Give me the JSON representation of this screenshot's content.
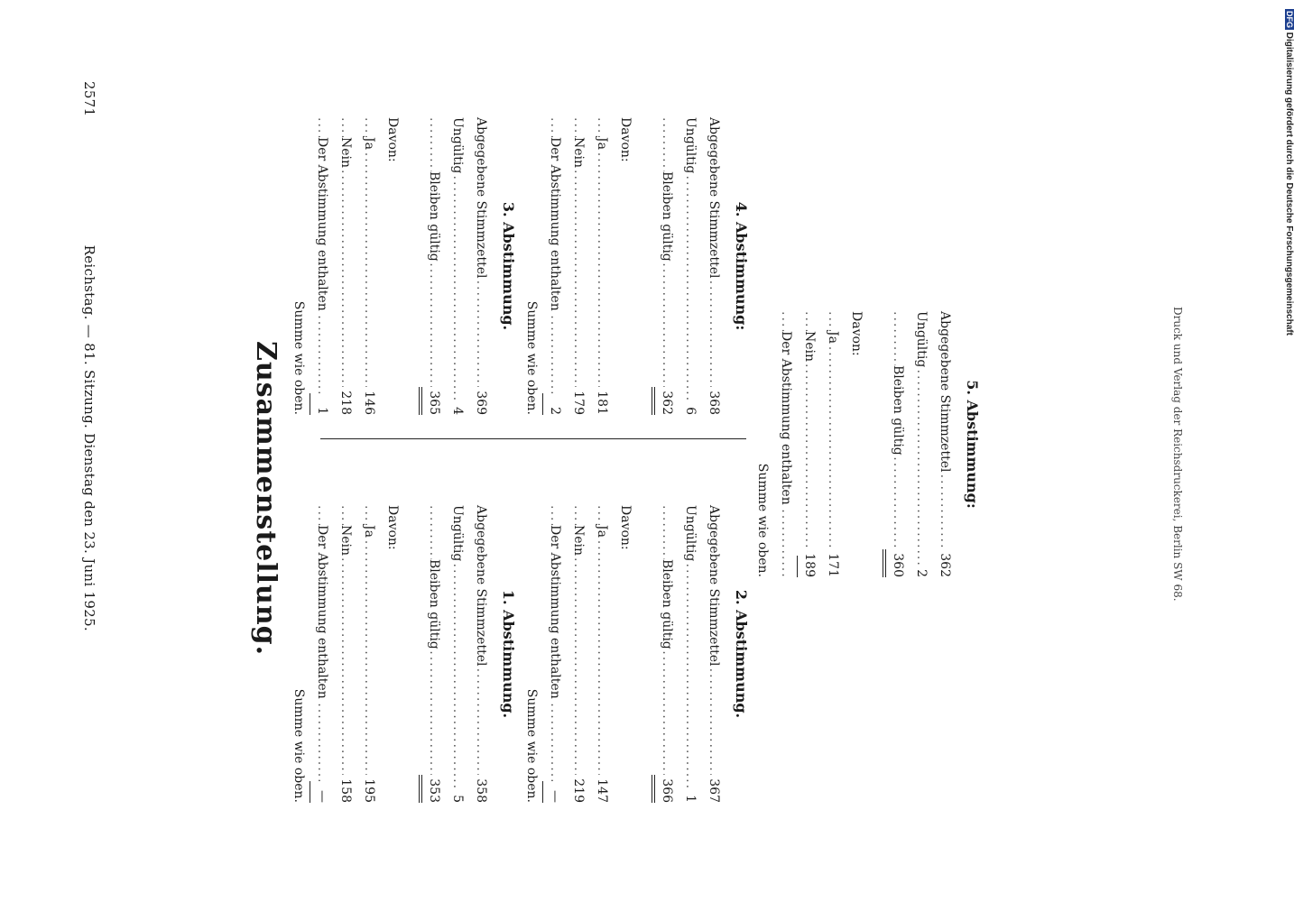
{
  "header": {
    "text": "Reichstag. — 81. Sitzung. Dienstag den 23. Juni 1925.",
    "page_number": "2571"
  },
  "title": "Zusammenstellung.",
  "footer": "Druck und Verlag der Reichsdruckerei, Berlin SW 68.",
  "watermark": {
    "text": "Digitalisierung gefördert durch die Deutsche Forschungsgemeinschaft",
    "badge": "DFG"
  },
  "labels": {
    "abgegeben": "Abgegebene Stimmzettel",
    "ungueltig": "Ungültig",
    "bleiben": "Bleiben gültig",
    "davon": "Davon:",
    "ja": "Ja",
    "nein": "Nein",
    "enthalten": "Der Abstimmung enthalten",
    "summe": "Summe wie oben."
  },
  "votes": [
    {
      "title": "1. Abstimmung.",
      "abgegeben": "358",
      "ungueltig": "5",
      "gueltig": "353",
      "ja": "195",
      "nein": "158",
      "enthalten": "—"
    },
    {
      "title": "2. Abstimmung.",
      "abgegeben": "367",
      "ungueltig": "1",
      "gueltig": "366",
      "ja": "147",
      "nein": "219",
      "enthalten": "—"
    },
    {
      "title": "3. Abstimmung.",
      "abgegeben": "369",
      "ungueltig": "4",
      "gueltig": "365",
      "ja": "146",
      "nein": "218",
      "enthalten": "1"
    },
    {
      "title": "4. Abstimmung:",
      "abgegeben": "368",
      "ungueltig": "6",
      "gueltig": "362",
      "ja": "181",
      "nein": "179",
      "enthalten": "2"
    },
    {
      "title": "5. Abstimmung:",
      "abgegeben": "362",
      "ungueltig": "2",
      "gueltig": "360",
      "ja": "171",
      "nein": "189",
      "enthalten": ""
    }
  ]
}
